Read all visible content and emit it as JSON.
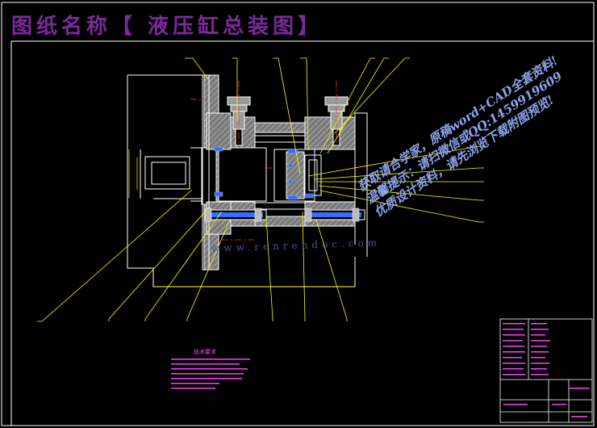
{
  "title": {
    "text": "图纸名称【 液压缸总装图】",
    "color": "#7a2a9a"
  },
  "watermark": {
    "line_1": "获取请合学家，原稿word+CAD全套资料!",
    "line_2": "温馨提示：请扫微信或QQ:1459919609",
    "line_3": "优质设计资料，请先浏览下载附图预览!",
    "site": "www.renrendoc.com",
    "color": "#9ab0ff"
  },
  "technical_requirements_heading": "技术要求",
  "colors": {
    "background": "#000000",
    "frame": "#ffffff",
    "outline": "#ffffff",
    "hatch_fill": "#7a7a7a",
    "leader": "#ffff00",
    "dimension": "#ffff00",
    "centerline": "#ff3030",
    "seal_blue": "#3a6cff",
    "text_magenta": "#ff40ff"
  }
}
